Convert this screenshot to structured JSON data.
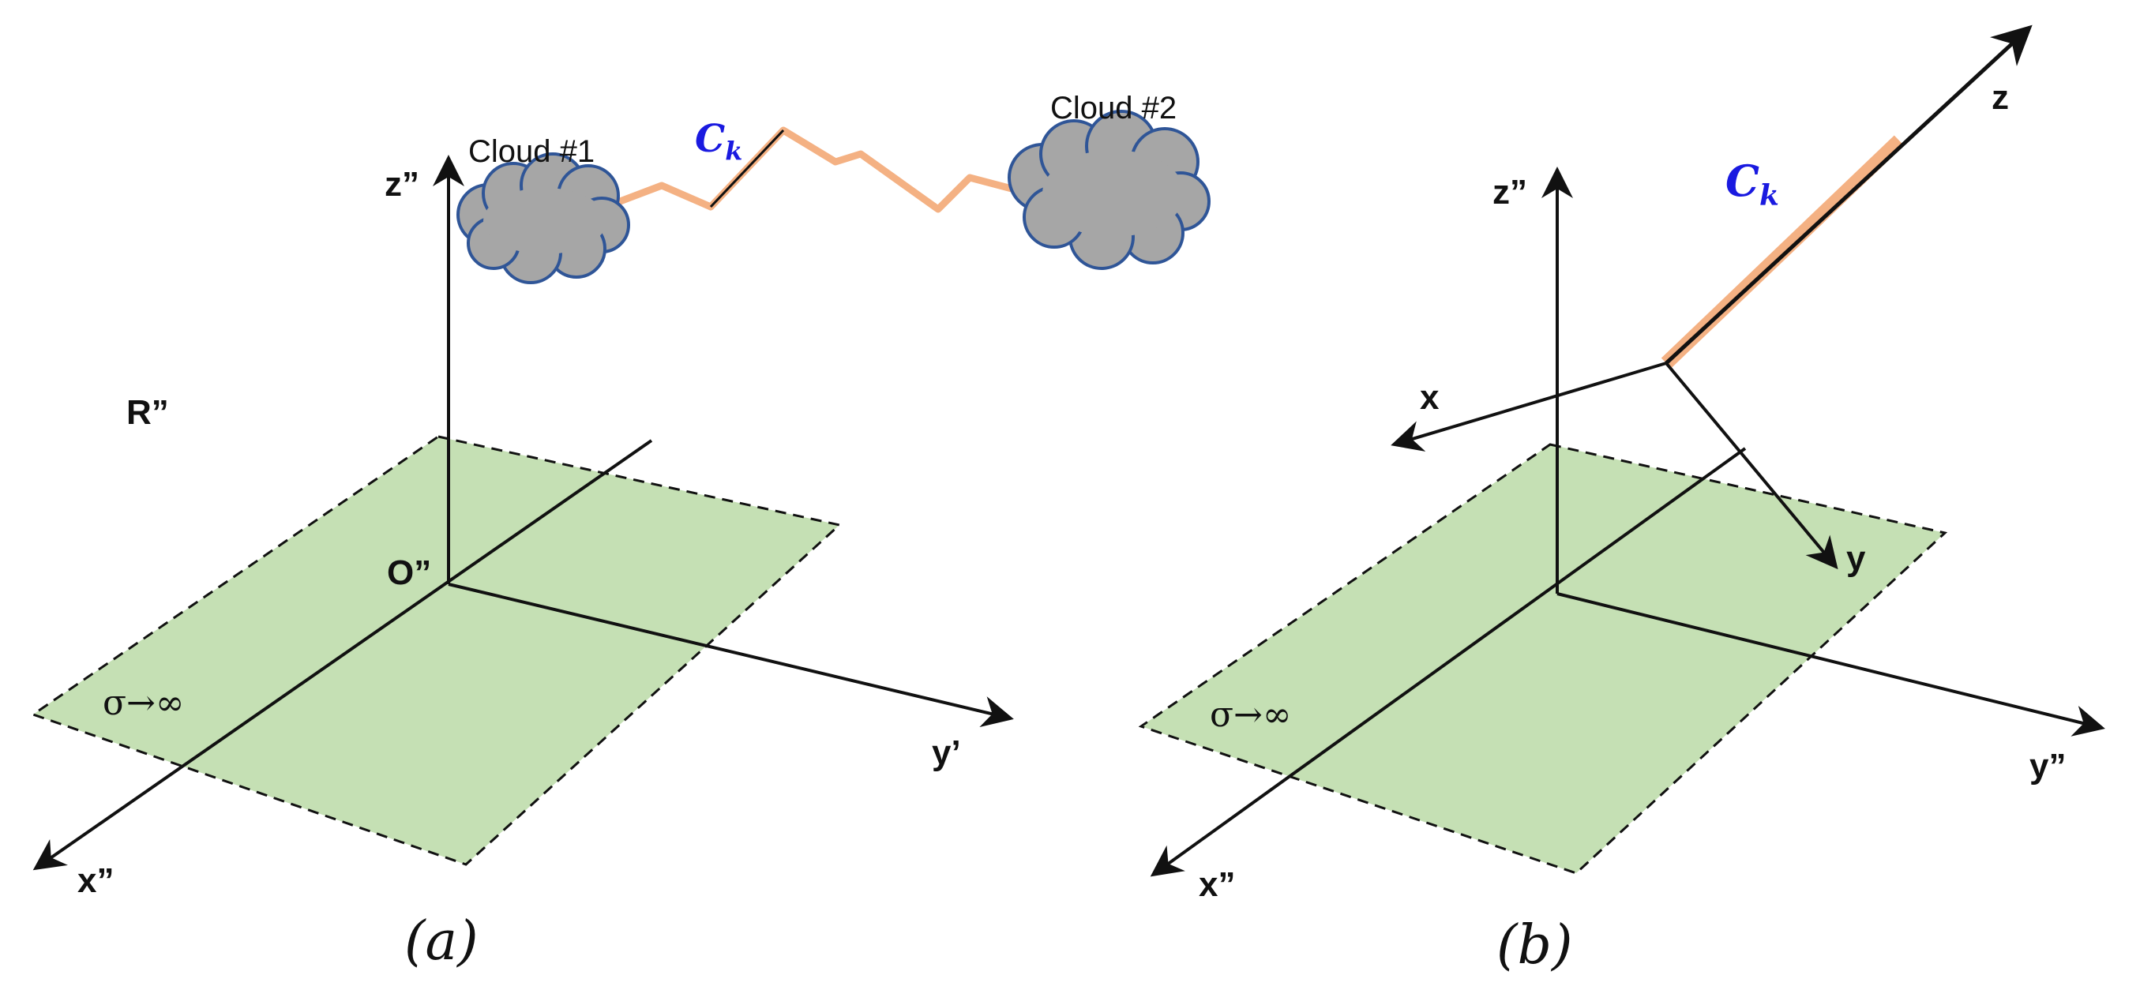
{
  "panel_a": {
    "caption": "(a)",
    "frame_label": "R”",
    "origin_label": "O”",
    "axis_z": "z”",
    "axis_x": "x”",
    "axis_y": "y’",
    "plane_label": "σ→∞",
    "cloud_1": "Cloud #1",
    "cloud_2": "Cloud #2",
    "channel_main": "C",
    "channel_sub": "k"
  },
  "panel_b": {
    "caption": "(b)",
    "axis_z2": "z”",
    "axis_x2": "x”",
    "axis_y2": "y”",
    "axis_z": "z",
    "axis_x": "x",
    "axis_y": "y",
    "plane_label": "σ→∞",
    "channel_main": "C",
    "channel_sub": "k"
  },
  "colors": {
    "plane_fill": "#c5e0b4",
    "channel": "#f4b183",
    "cloud_fill": "#a6a6a6",
    "cloud_stroke": "#2f5597",
    "ck_text": "#1a1ae0"
  }
}
